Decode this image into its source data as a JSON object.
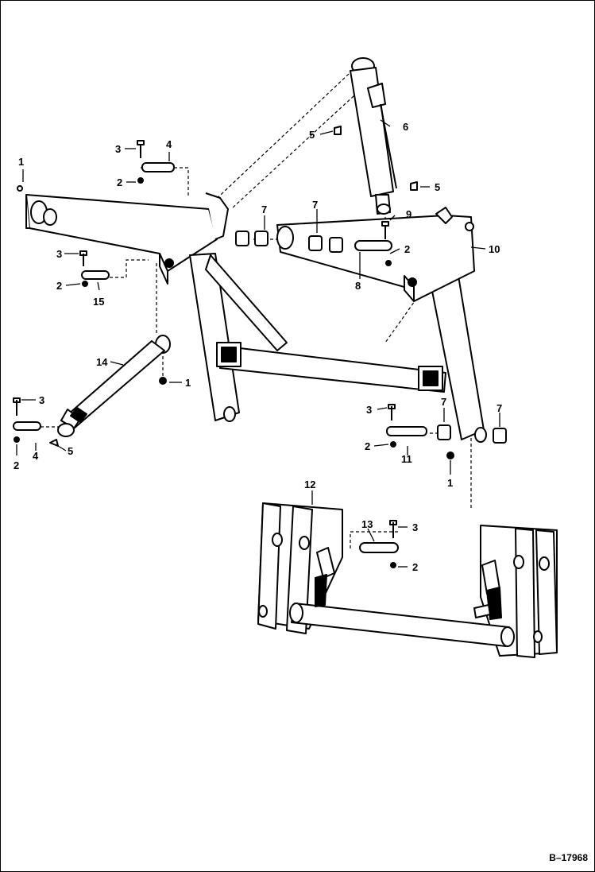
{
  "figure_id": "B–17968",
  "callouts": [
    {
      "id": "c1a",
      "text": "1"
    },
    {
      "id": "c3a",
      "text": "3"
    },
    {
      "id": "c4a",
      "text": "4"
    },
    {
      "id": "c2a",
      "text": "2"
    },
    {
      "id": "c5a",
      "text": "5"
    },
    {
      "id": "c6",
      "text": "6"
    },
    {
      "id": "c5b",
      "text": "5"
    },
    {
      "id": "c7a",
      "text": "7"
    },
    {
      "id": "c7b",
      "text": "7"
    },
    {
      "id": "c9",
      "text": "9"
    },
    {
      "id": "c2b",
      "text": "2"
    },
    {
      "id": "c10",
      "text": "10"
    },
    {
      "id": "c8",
      "text": "8"
    },
    {
      "id": "c3b",
      "text": "3"
    },
    {
      "id": "c2c",
      "text": "2"
    },
    {
      "id": "c15",
      "text": "15"
    },
    {
      "id": "c14",
      "text": "14"
    },
    {
      "id": "c1b",
      "text": "1"
    },
    {
      "id": "c3c",
      "text": "3"
    },
    {
      "id": "c2d",
      "text": "2"
    },
    {
      "id": "c4b",
      "text": "4"
    },
    {
      "id": "c5c",
      "text": "5"
    },
    {
      "id": "c3d",
      "text": "3"
    },
    {
      "id": "c7c",
      "text": "7"
    },
    {
      "id": "c7d",
      "text": "7"
    },
    {
      "id": "c2e",
      "text": "2"
    },
    {
      "id": "c11",
      "text": "11"
    },
    {
      "id": "c1c",
      "text": "1"
    },
    {
      "id": "c12",
      "text": "12"
    },
    {
      "id": "c13",
      "text": "13"
    },
    {
      "id": "c3e",
      "text": "3"
    },
    {
      "id": "c2f",
      "text": "2"
    }
  ]
}
